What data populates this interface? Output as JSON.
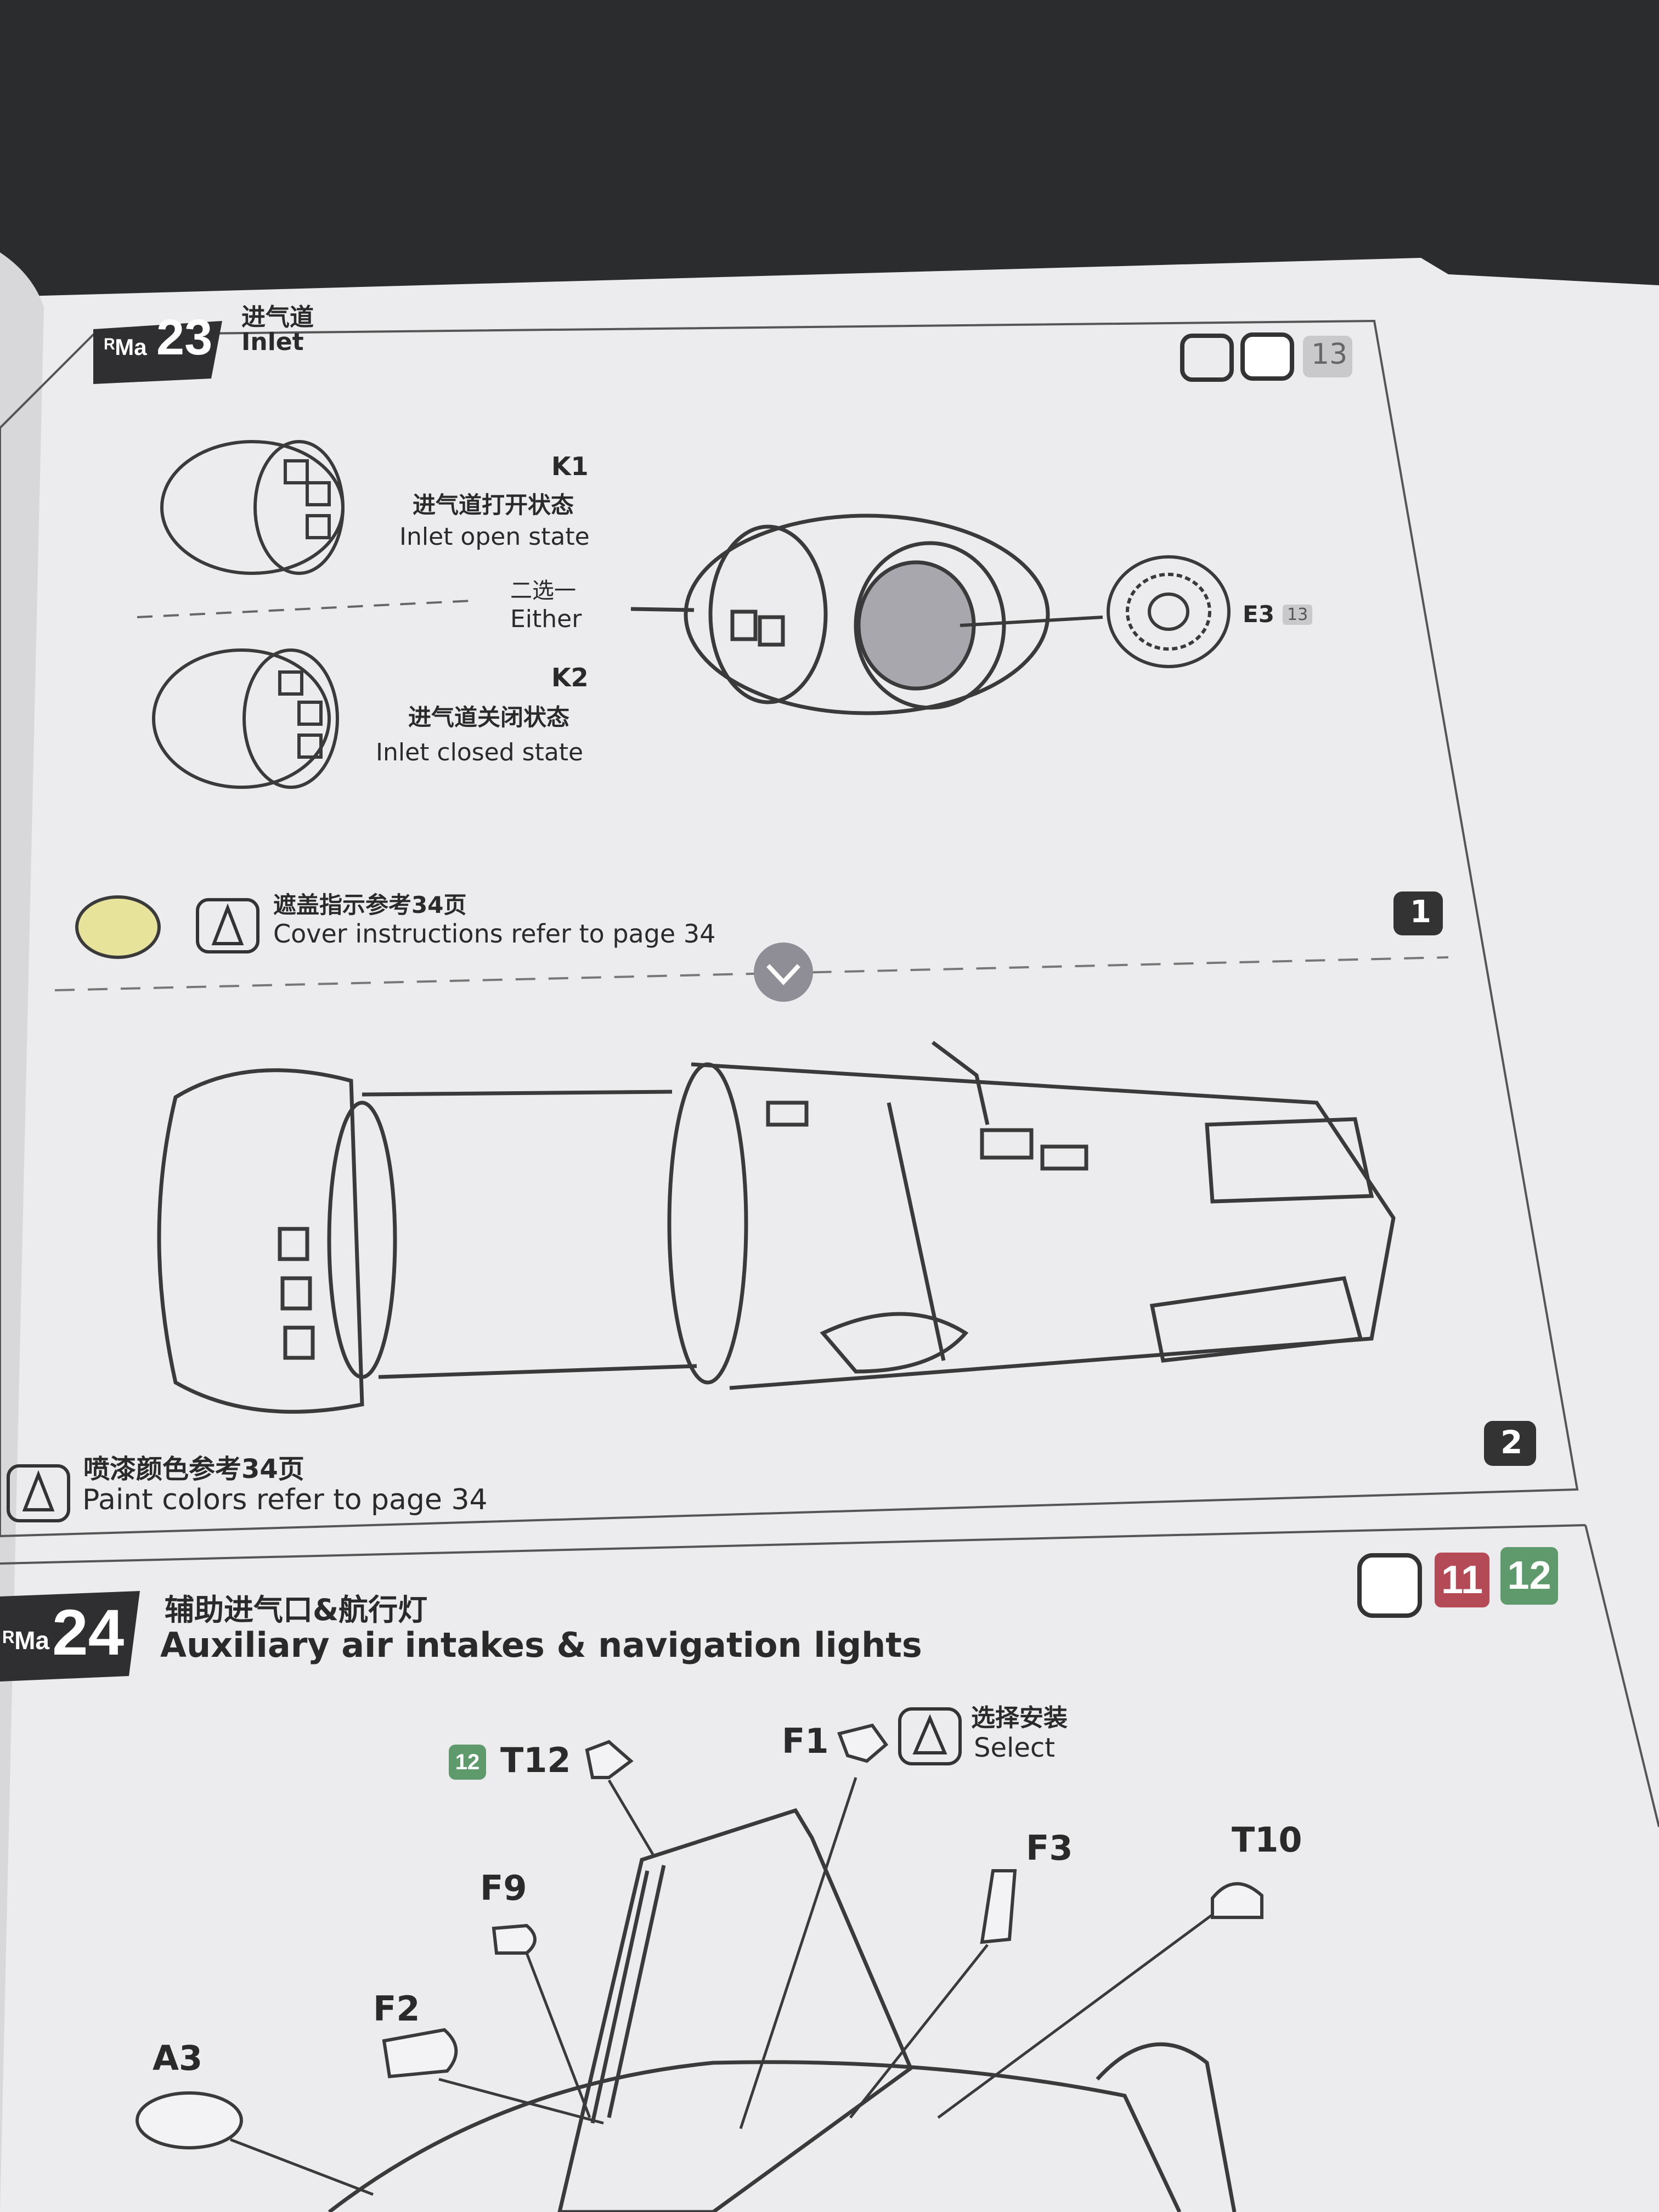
{
  "step23": {
    "brand": "ᴿMa",
    "number": "23",
    "title_cn": "进气道",
    "title_en": "Inlet",
    "header_badge_number": "13",
    "k1_label": "K1",
    "k1_cn": "进气道打开状态",
    "k1_en": "Inlet open state",
    "either_cn": "二选一",
    "either_en": "Either",
    "k2_label": "K2",
    "k2_cn": "进气道关闭状态",
    "k2_en": "Inlet closed state",
    "e3_label": "E3",
    "e3_badge": "13",
    "cover_cn": "遮盖指示参考34页",
    "cover_en": "Cover instructions refer to page 34",
    "substep1": "1",
    "substep2": "2",
    "paint_cn": "喷漆颜色参考34页",
    "paint_en": "Paint colors refer to page 34"
  },
  "step24": {
    "brand": "ᴿMa",
    "number": "24",
    "title_cn": "辅助进气口&航行灯",
    "title_en": "Auxiliary air intakes & navigation lights",
    "badge_red": "11",
    "badge_green": "12",
    "t12_badge": "12",
    "t12_label": "T12",
    "f1_label": "F1",
    "select_cn": "选择安装",
    "select_en": "Select",
    "f3_label": "F3",
    "t10_label": "T10",
    "f9_label": "F9",
    "f2_label": "F2",
    "a3_label": "A3"
  },
  "colors": {
    "badge_red": "#b34a55",
    "badge_green": "#5e9a6c",
    "badge_grey": "#c9c9cb",
    "paper": "#eeeef0",
    "line_art": "#3a3a3a"
  }
}
